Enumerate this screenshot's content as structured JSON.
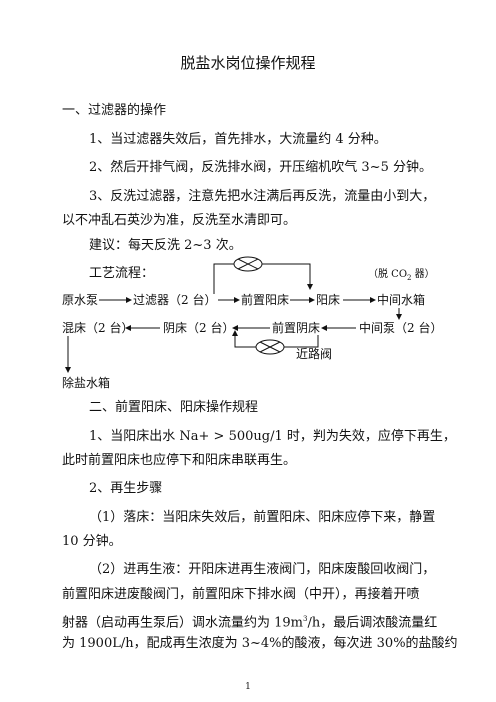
{
  "title": "脱盐水岗位操作规程",
  "section1": {
    "heading": "一、过滤器的操作",
    "items": [
      "1、当过滤器失效后，首先排水，大流量约 4 分种。",
      "2、然后开排气阀，反洗排水阀，开压缩机吹气 3~5 分钟。",
      "3、反洗过滤器，注意先把水注满后再反洗，流量由小到大，",
      "以不冲乱石英沙为准，反洗至水清即可。"
    ],
    "suggestion": "建议：每天反洗 2~3 次。"
  },
  "flow": {
    "label": "工艺流程：",
    "note_prefix": "（脱 CO",
    "note_sub": "2",
    "note_suffix": " 器）",
    "nodes": {
      "raw_pump": "原水泵",
      "filter": "过滤器（2 台）",
      "pre_cation": "前置阳床",
      "cation": "阳床",
      "mid_tank": "中间水箱",
      "mixed": "混床（2 台）",
      "anion": "阴床（2 台）",
      "pre_anion": "前置阴床",
      "mid_pump": "中间泵（2 台）",
      "bypass": "近路阀",
      "product_tank": "除盐水箱"
    }
  },
  "section2": {
    "heading": "二、前置阳床、阳床操作规程",
    "p1a": "1、当阳床出水 Na+ > 500ug/1 时，判为失效，应停下再生，",
    "p1b": "此时前置阳床也应停下和阳床串联再生。",
    "p2": "2、再生步骤",
    "p3a": "（1）落床：当阳床失效后，前置阳床、阳床应停下来，静置",
    "p3b": "10 分钟。",
    "p4a": "（2）进再生液：开阳床进再生液阀门，阳床废酸回收阀门，",
    "p4b": "前置阳床进废酸阀门，前置阳床下排水阀（中开），再接着开喷",
    "p4c_pre": "射器（启动再生泵后）调水流量约为 19m",
    "p4c_sup": "3",
    "p4c_post": "/h，最后调浓酸流量红",
    "p4d": "为 1900L/h，配成再生浓度为 3~4%的酸液，每次进 30%的盐酸约"
  },
  "page_number": "1"
}
